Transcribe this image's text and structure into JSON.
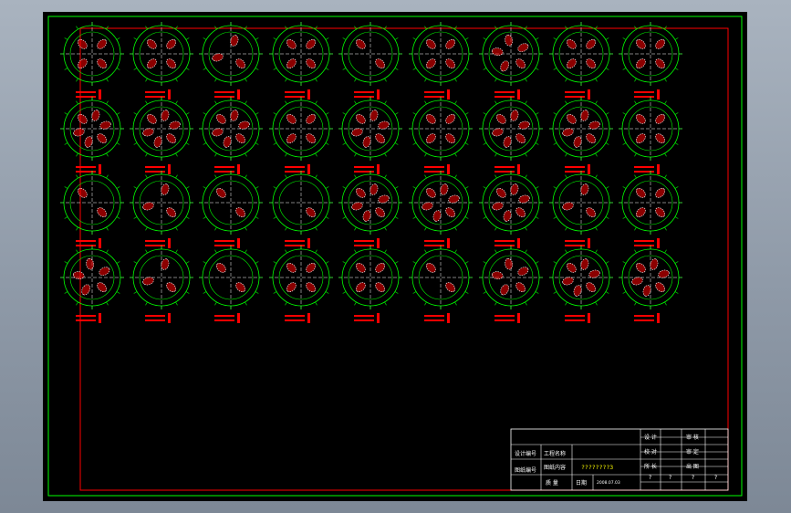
{
  "drawing": {
    "colors": {
      "background": "#000000",
      "outer_frame": "#00ff00",
      "inner_frame": "#ff0000",
      "circle": "#00ff00",
      "centerline": "#ffffff",
      "hole": "#ff0000",
      "label": "#ff0000",
      "text": "#ffffff",
      "highlight_text": "#ffff00"
    },
    "grid": {
      "rows": 4,
      "cols": 9
    },
    "rows": [
      {
        "index": 1,
        "patterns": [
          4,
          4,
          3,
          4,
          2,
          4,
          5,
          4,
          4
        ]
      },
      {
        "index": 2,
        "patterns": [
          6,
          6,
          6,
          4,
          6,
          4,
          6,
          6,
          4
        ]
      },
      {
        "index": 3,
        "patterns": [
          2,
          3,
          2,
          1,
          6,
          6,
          6,
          3,
          4
        ]
      },
      {
        "index": 4,
        "patterns": [
          5,
          3,
          2,
          4,
          4,
          2,
          5,
          6,
          6
        ]
      }
    ]
  },
  "title_block": {
    "row1": {
      "label1": "设 计",
      "label2": "审 核"
    },
    "row2": {
      "design_no_label": "设计编号",
      "project_label": "工程名称",
      "check_label": "校 对",
      "review_label": "审 定"
    },
    "row3": {
      "drawing_content_label": "图纸内容",
      "drawing_content_value": "????????3",
      "lead_label": "所 长",
      "print_label": "出 图"
    },
    "row4": {
      "drawing_no_label": "图纸编号",
      "quality_label": "质    量",
      "date_label": "日期",
      "date_value": "2008.07.03",
      "signatures": [
        "?",
        "?",
        "?",
        "?"
      ]
    }
  }
}
